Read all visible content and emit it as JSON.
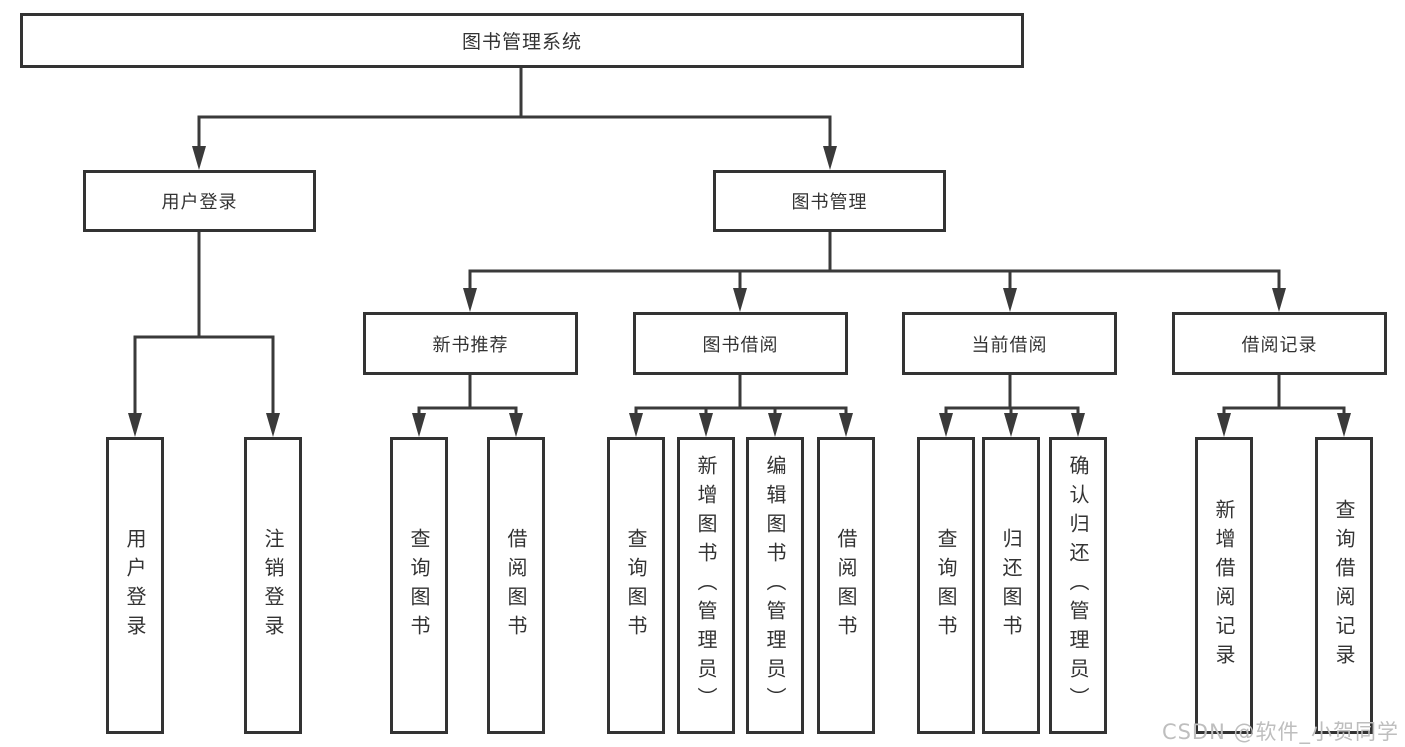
{
  "tree": {
    "root": {
      "label": "图书管理系统"
    },
    "branches": [
      {
        "label": "用户登录",
        "children": [
          {
            "label": "用户登录"
          },
          {
            "label": "注销登录"
          }
        ]
      },
      {
        "label": "图书管理",
        "children": [
          {
            "label": "新书推荐",
            "children": [
              {
                "label": "查询图书"
              },
              {
                "label": "借阅图书"
              }
            ]
          },
          {
            "label": "图书借阅",
            "children": [
              {
                "label": "查询图书"
              },
              {
                "label": "新增图书（管理员）"
              },
              {
                "label": "编辑图书（管理员）"
              },
              {
                "label": "借阅图书"
              }
            ]
          },
          {
            "label": "当前借阅",
            "children": [
              {
                "label": "查询图书"
              },
              {
                "label": "归还图书"
              },
              {
                "label": "确认归还（管理员）"
              }
            ]
          },
          {
            "label": "借阅记录",
            "children": [
              {
                "label": "新增借阅记录"
              },
              {
                "label": "查询借阅记录"
              }
            ]
          }
        ]
      }
    ]
  },
  "watermark": {
    "text": "CSDN @软件_小贺同学"
  },
  "colors": {
    "line": "#3a3a3a",
    "border": "#333333",
    "text": "#333333",
    "watermark": "#bebebe",
    "background": "#ffffff"
  }
}
